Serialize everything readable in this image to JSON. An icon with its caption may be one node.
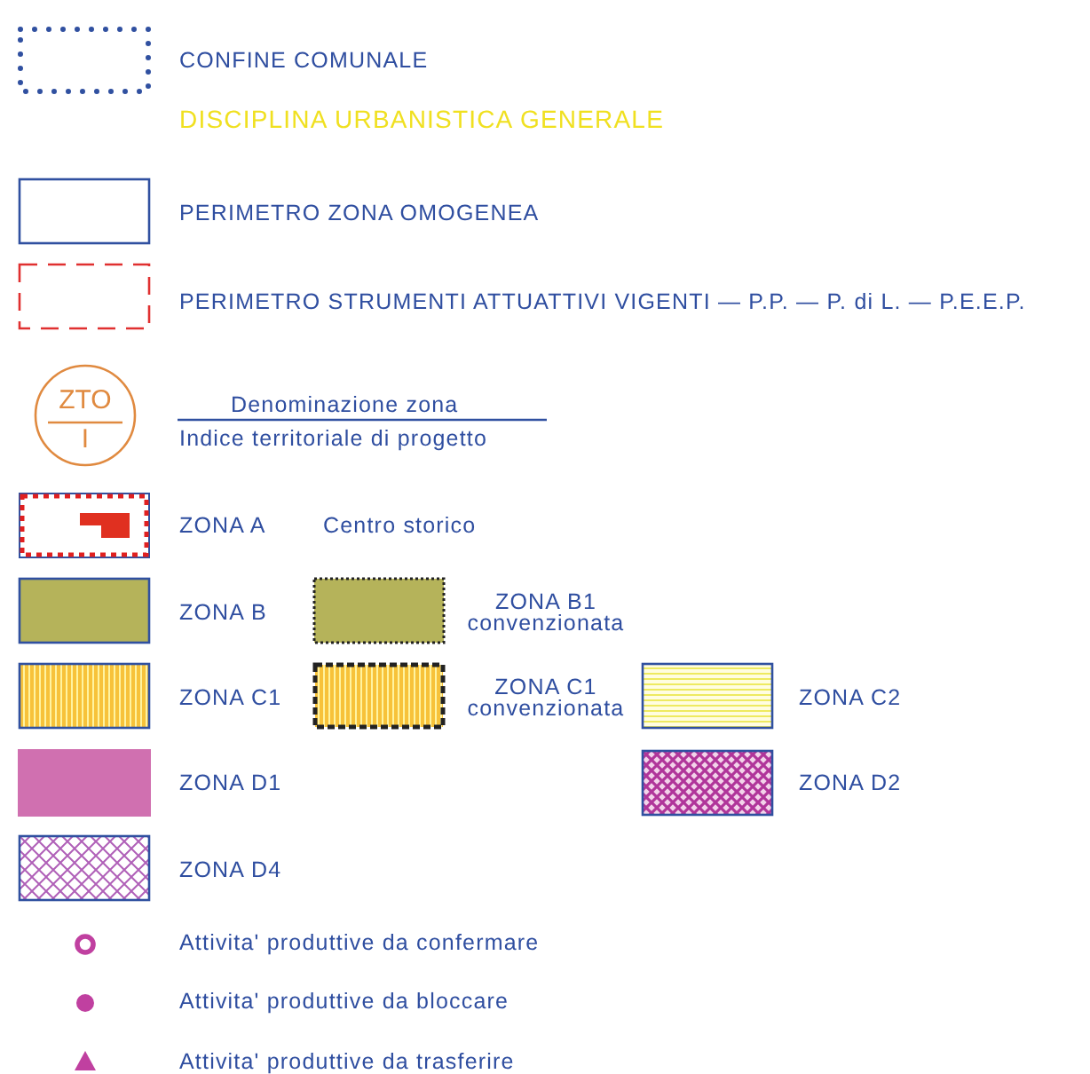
{
  "diagram": {
    "nodes": [
      {
        "text": [
          "ZTO",
          "I"
        ]
      }
    ],
    "edges": [],
    "labels": [
      "DISCIPLINA URBANISTICA GENERALE",
      "Denominazione zona",
      "Indice territoriale di progetto",
      "Centro storico"
    ],
    "legend": [
      {
        "text": "CONFINE COMUNALE"
      },
      {
        "text": "PERIMETRO ZONA OMOGENEA"
      },
      {
        "text": "PERIMETRO STRUMENTI ATTUATTIVI VIGENTI — P.P. — P. di L. — P.E.E.P."
      },
      {
        "text": "ZONA A"
      },
      {
        "text": "ZONA B",
        "color": "#b5b35a"
      },
      {
        "text": "ZONA B1 convenzionata",
        "color": "#b5b35a"
      },
      {
        "text": "ZONA C1"
      },
      {
        "text": "ZONA C1 convenzionata"
      },
      {
        "text": "ZONA C2"
      },
      {
        "text": "ZONA D1",
        "color": "#d070b0"
      },
      {
        "text": "ZONA D2"
      },
      {
        "text": "ZONA D4"
      },
      {
        "text": "Attivita' produttive da confermare"
      },
      {
        "text": "Attivita' produttive da bloccare"
      },
      {
        "text": "Attivita' produttive da trasferire"
      }
    ]
  }
}
